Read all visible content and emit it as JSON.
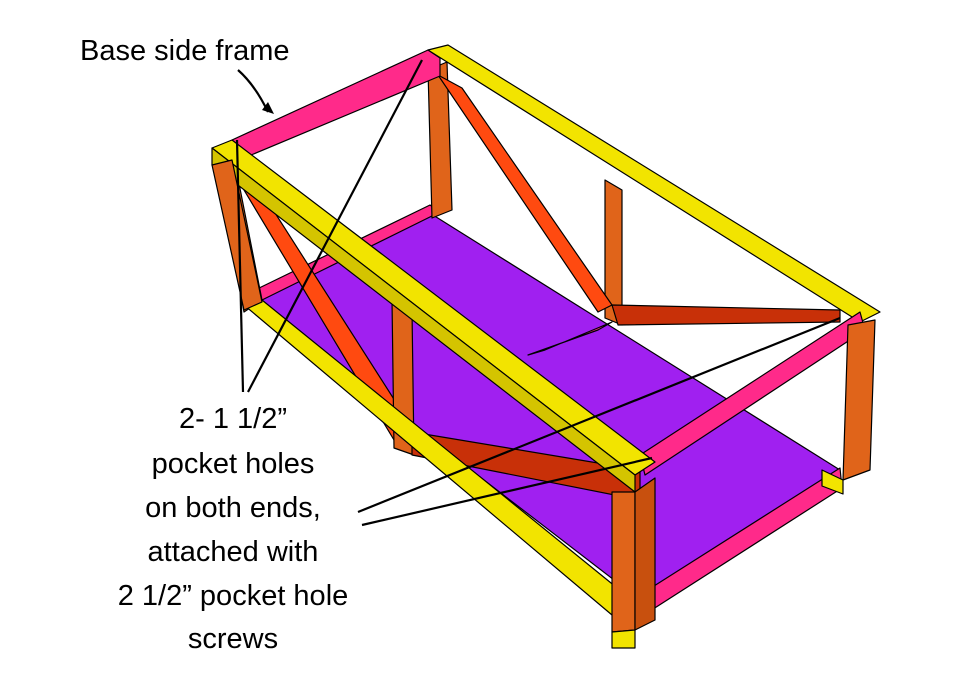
{
  "labels": {
    "base_side_frame": "Base side frame",
    "note_line1": "2- 1 1/2”",
    "note_line2": "pocket holes",
    "note_line3": "on both ends,",
    "note_line4": "attached with",
    "note_line5": "2 1/2” pocket hole",
    "note_line6": "screws"
  },
  "colors": {
    "top_rail": "#f2e400",
    "side_frame": "#ff2a8a",
    "leg": "#e0641a",
    "brace": "#ff4a10",
    "brace_dark": "#c83008",
    "shelf": "#a020f0",
    "background": "#ffffff"
  }
}
